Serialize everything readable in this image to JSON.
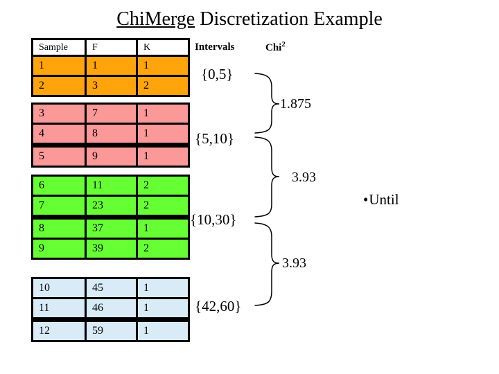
{
  "title": {
    "underlined": "ChiMerge",
    "rest": " Discretization Example"
  },
  "columns_header": {
    "intervals": "Intervals",
    "chi_base": "Chi",
    "chi_sup": "2"
  },
  "table": {
    "headers": [
      "Sample",
      "F",
      "K"
    ],
    "groups": [
      {
        "interval": "{0,5}",
        "color": "#FFA40A",
        "rows": [
          [
            "1",
            "1",
            "1"
          ],
          [
            "2",
            "3",
            "2"
          ]
        ],
        "divider_after": -1
      },
      {
        "interval": "{5,10}",
        "color": "#FB9999",
        "rows": [
          [
            "3",
            "7",
            "1"
          ],
          [
            "4",
            "8",
            "1"
          ],
          [
            "5",
            "9",
            "1"
          ]
        ],
        "divider_after": 1
      },
      {
        "interval": "{10,30}",
        "color": "#66FF33",
        "rows": [
          [
            "6",
            "11",
            "2"
          ],
          [
            "7",
            "23",
            "2"
          ],
          [
            "8",
            "37",
            "1"
          ],
          [
            "9",
            "39",
            "2"
          ]
        ],
        "divider_after": 1
      },
      {
        "interval": "{42,60}",
        "color": "#D8EBF7",
        "rows": [
          [
            "10",
            "45",
            "1"
          ],
          [
            "11",
            "46",
            "1"
          ],
          [
            "12",
            "59",
            "1"
          ]
        ],
        "divider_after": 1
      }
    ]
  },
  "chi_values": [
    "1.875",
    "3.93",
    "3.93"
  ],
  "bullet": {
    "marker": "•",
    "label": "Until"
  }
}
